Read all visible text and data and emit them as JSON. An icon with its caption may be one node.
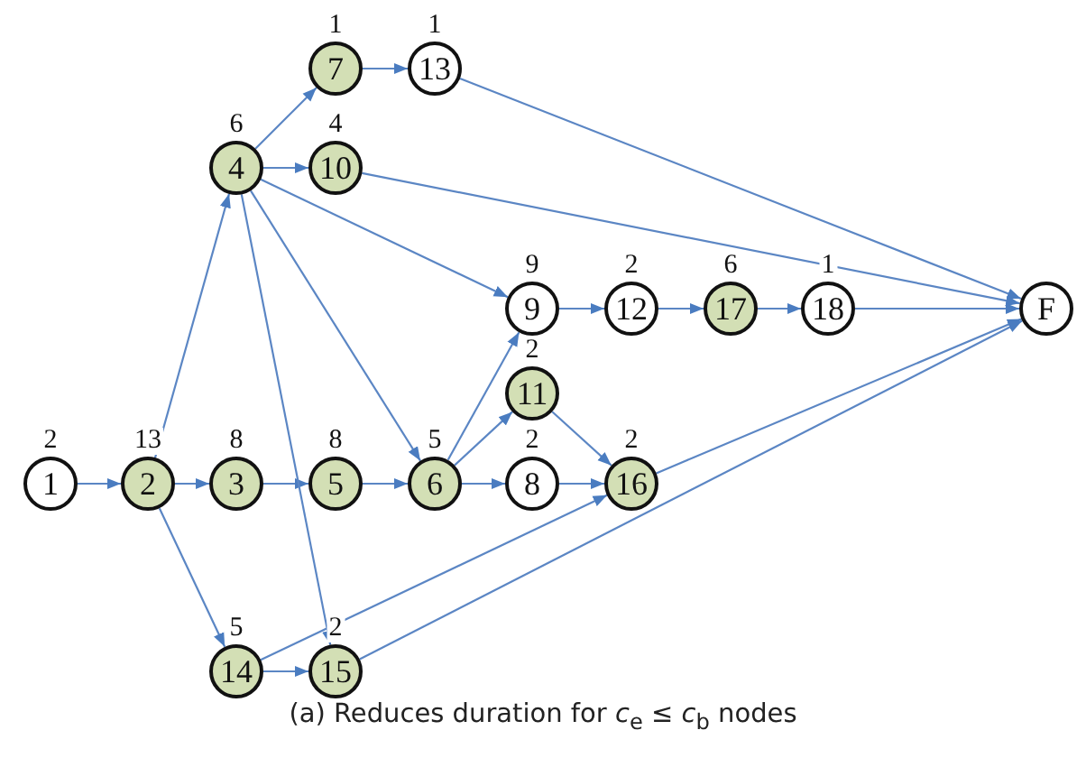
{
  "diagram": {
    "caption": "(a) Reduces duration for *c*$_{e}$ ≤ *c*$_{b}$ nodes",
    "nodes": [
      {
        "text": [
          "7"
        ],
        "beside": [
          "1"
        ]
      },
      {
        "text": [
          "13"
        ],
        "beside": [
          "1"
        ]
      },
      {
        "text": [
          "4"
        ],
        "beside": [
          "6"
        ]
      },
      {
        "text": [
          "10"
        ],
        "beside": [
          "4"
        ]
      },
      {
        "text": [
          "9"
        ],
        "beside": [
          "9"
        ]
      },
      {
        "text": [
          "12"
        ],
        "beside": [
          "2"
        ]
      },
      {
        "text": [
          "17"
        ],
        "beside": [
          "6"
        ]
      },
      {
        "text": [
          "18"
        ],
        "beside": [
          "1"
        ]
      },
      {
        "text": [
          "F"
        ]
      },
      {
        "text": [
          "11"
        ],
        "beside": [
          "2"
        ]
      },
      {
        "text": [
          "1"
        ],
        "beside": [
          "2"
        ]
      },
      {
        "text": [
          "2"
        ],
        "beside": [
          "13"
        ]
      },
      {
        "text": [
          "3"
        ],
        "beside": [
          "8"
        ]
      },
      {
        "text": [
          "5"
        ],
        "beside": [
          "8"
        ]
      },
      {
        "text": [
          "6"
        ],
        "beside": [
          "5"
        ]
      },
      {
        "text": [
          "8"
        ],
        "beside": [
          "2"
        ]
      },
      {
        "text": [
          "16"
        ],
        "beside": [
          "2"
        ]
      },
      {
        "text": [
          "14"
        ],
        "beside": [
          "5"
        ]
      },
      {
        "text": [
          "15"
        ],
        "beside": [
          "2"
        ]
      }
    ],
    "edges": [
      {
        "from": 10,
        "to": 11,
        "arrow": "to"
      },
      {
        "from": 11,
        "to": 12,
        "arrow": "to"
      },
      {
        "from": 12,
        "to": 13,
        "arrow": "to"
      },
      {
        "from": 13,
        "to": 14,
        "arrow": "to"
      },
      {
        "from": 14,
        "to": 15,
        "arrow": "to"
      },
      {
        "from": 14,
        "to": 4,
        "arrow": "to"
      },
      {
        "from": 14,
        "to": 9,
        "arrow": "to"
      },
      {
        "from": 11,
        "to": 2,
        "arrow": "to"
      },
      {
        "from": 11,
        "to": 17,
        "arrow": "to"
      },
      {
        "from": 2,
        "to": 0,
        "arrow": "to"
      },
      {
        "from": 2,
        "to": 3,
        "arrow": "to"
      },
      {
        "from": 2,
        "to": 4,
        "arrow": "to"
      },
      {
        "from": 2,
        "to": 14,
        "arrow": "to"
      },
      {
        "from": 2,
        "to": 18,
        "arrow": "to"
      },
      {
        "from": 0,
        "to": 1,
        "arrow": "to"
      },
      {
        "from": 1,
        "to": 8,
        "arrow": "to"
      },
      {
        "from": 3,
        "to": 8,
        "arrow": "to"
      },
      {
        "from": 4,
        "to": 5,
        "arrow": "to"
      },
      {
        "from": 5,
        "to": 6,
        "arrow": "to"
      },
      {
        "from": 6,
        "to": 7,
        "arrow": "to"
      },
      {
        "from": 7,
        "to": 8,
        "arrow": "to"
      },
      {
        "from": 9,
        "to": 16,
        "arrow": "to"
      },
      {
        "from": 15,
        "to": 16,
        "arrow": "to"
      },
      {
        "from": 16,
        "to": 8,
        "arrow": "to"
      },
      {
        "from": 17,
        "to": 18,
        "arrow": "to"
      },
      {
        "from": 17,
        "to": 16,
        "arrow": "to"
      },
      {
        "from": 18,
        "to": 8,
        "arrow": "to"
      }
    ]
  }
}
